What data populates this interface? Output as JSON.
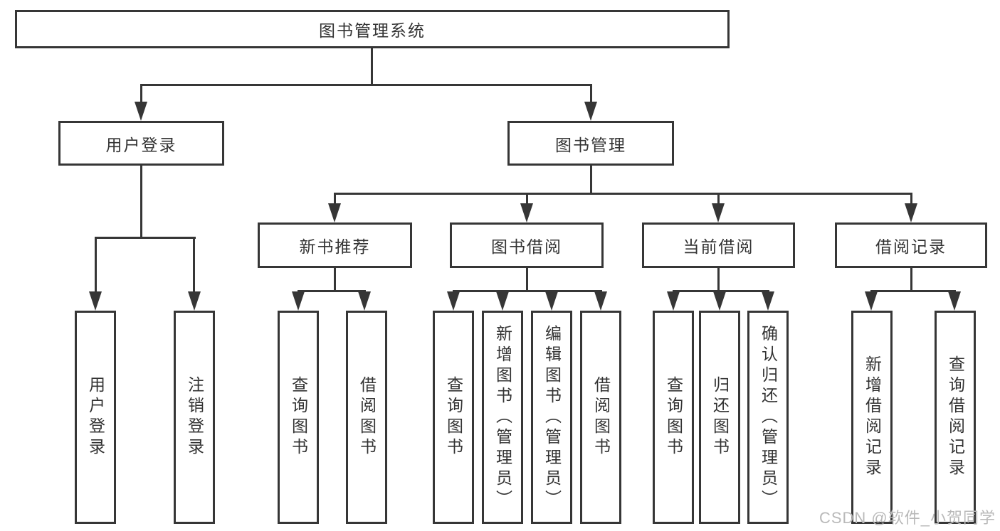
{
  "diagram_title": "图书管理系统",
  "nodes": {
    "root": "图书管理系统",
    "user_login_branch": "用户登录",
    "book_mgmt_branch": "图书管理",
    "new_book_rec": "新书推荐",
    "book_borrow": "图书借阅",
    "current_borrow": "当前借阅",
    "borrow_records": "借阅记录",
    "leaf_user_login": "用户登录",
    "leaf_logout": "注销登录",
    "leaf_nbr_query_book": "查询图书",
    "leaf_nbr_borrow_book": "借阅图书",
    "leaf_bb_query_book": "查询图书",
    "leaf_bb_add_book": "新增图书（管理员）",
    "leaf_bb_edit_book": "编辑图书（管理员）",
    "leaf_bb_borrow_book": "借阅图书",
    "leaf_cb_query_book": "查询图书",
    "leaf_cb_return_book": "归还图书",
    "leaf_cb_confirm_return": "确认归还（管理员）",
    "leaf_br_add_record": "新增借阅记录",
    "leaf_br_query_record": "查询借阅记录"
  },
  "watermark": "CSDN @软件_小贺同学",
  "colors": {
    "line": "#363636",
    "text": "#333333",
    "watermark": "#b9b9b9",
    "background": "#ffffff"
  }
}
